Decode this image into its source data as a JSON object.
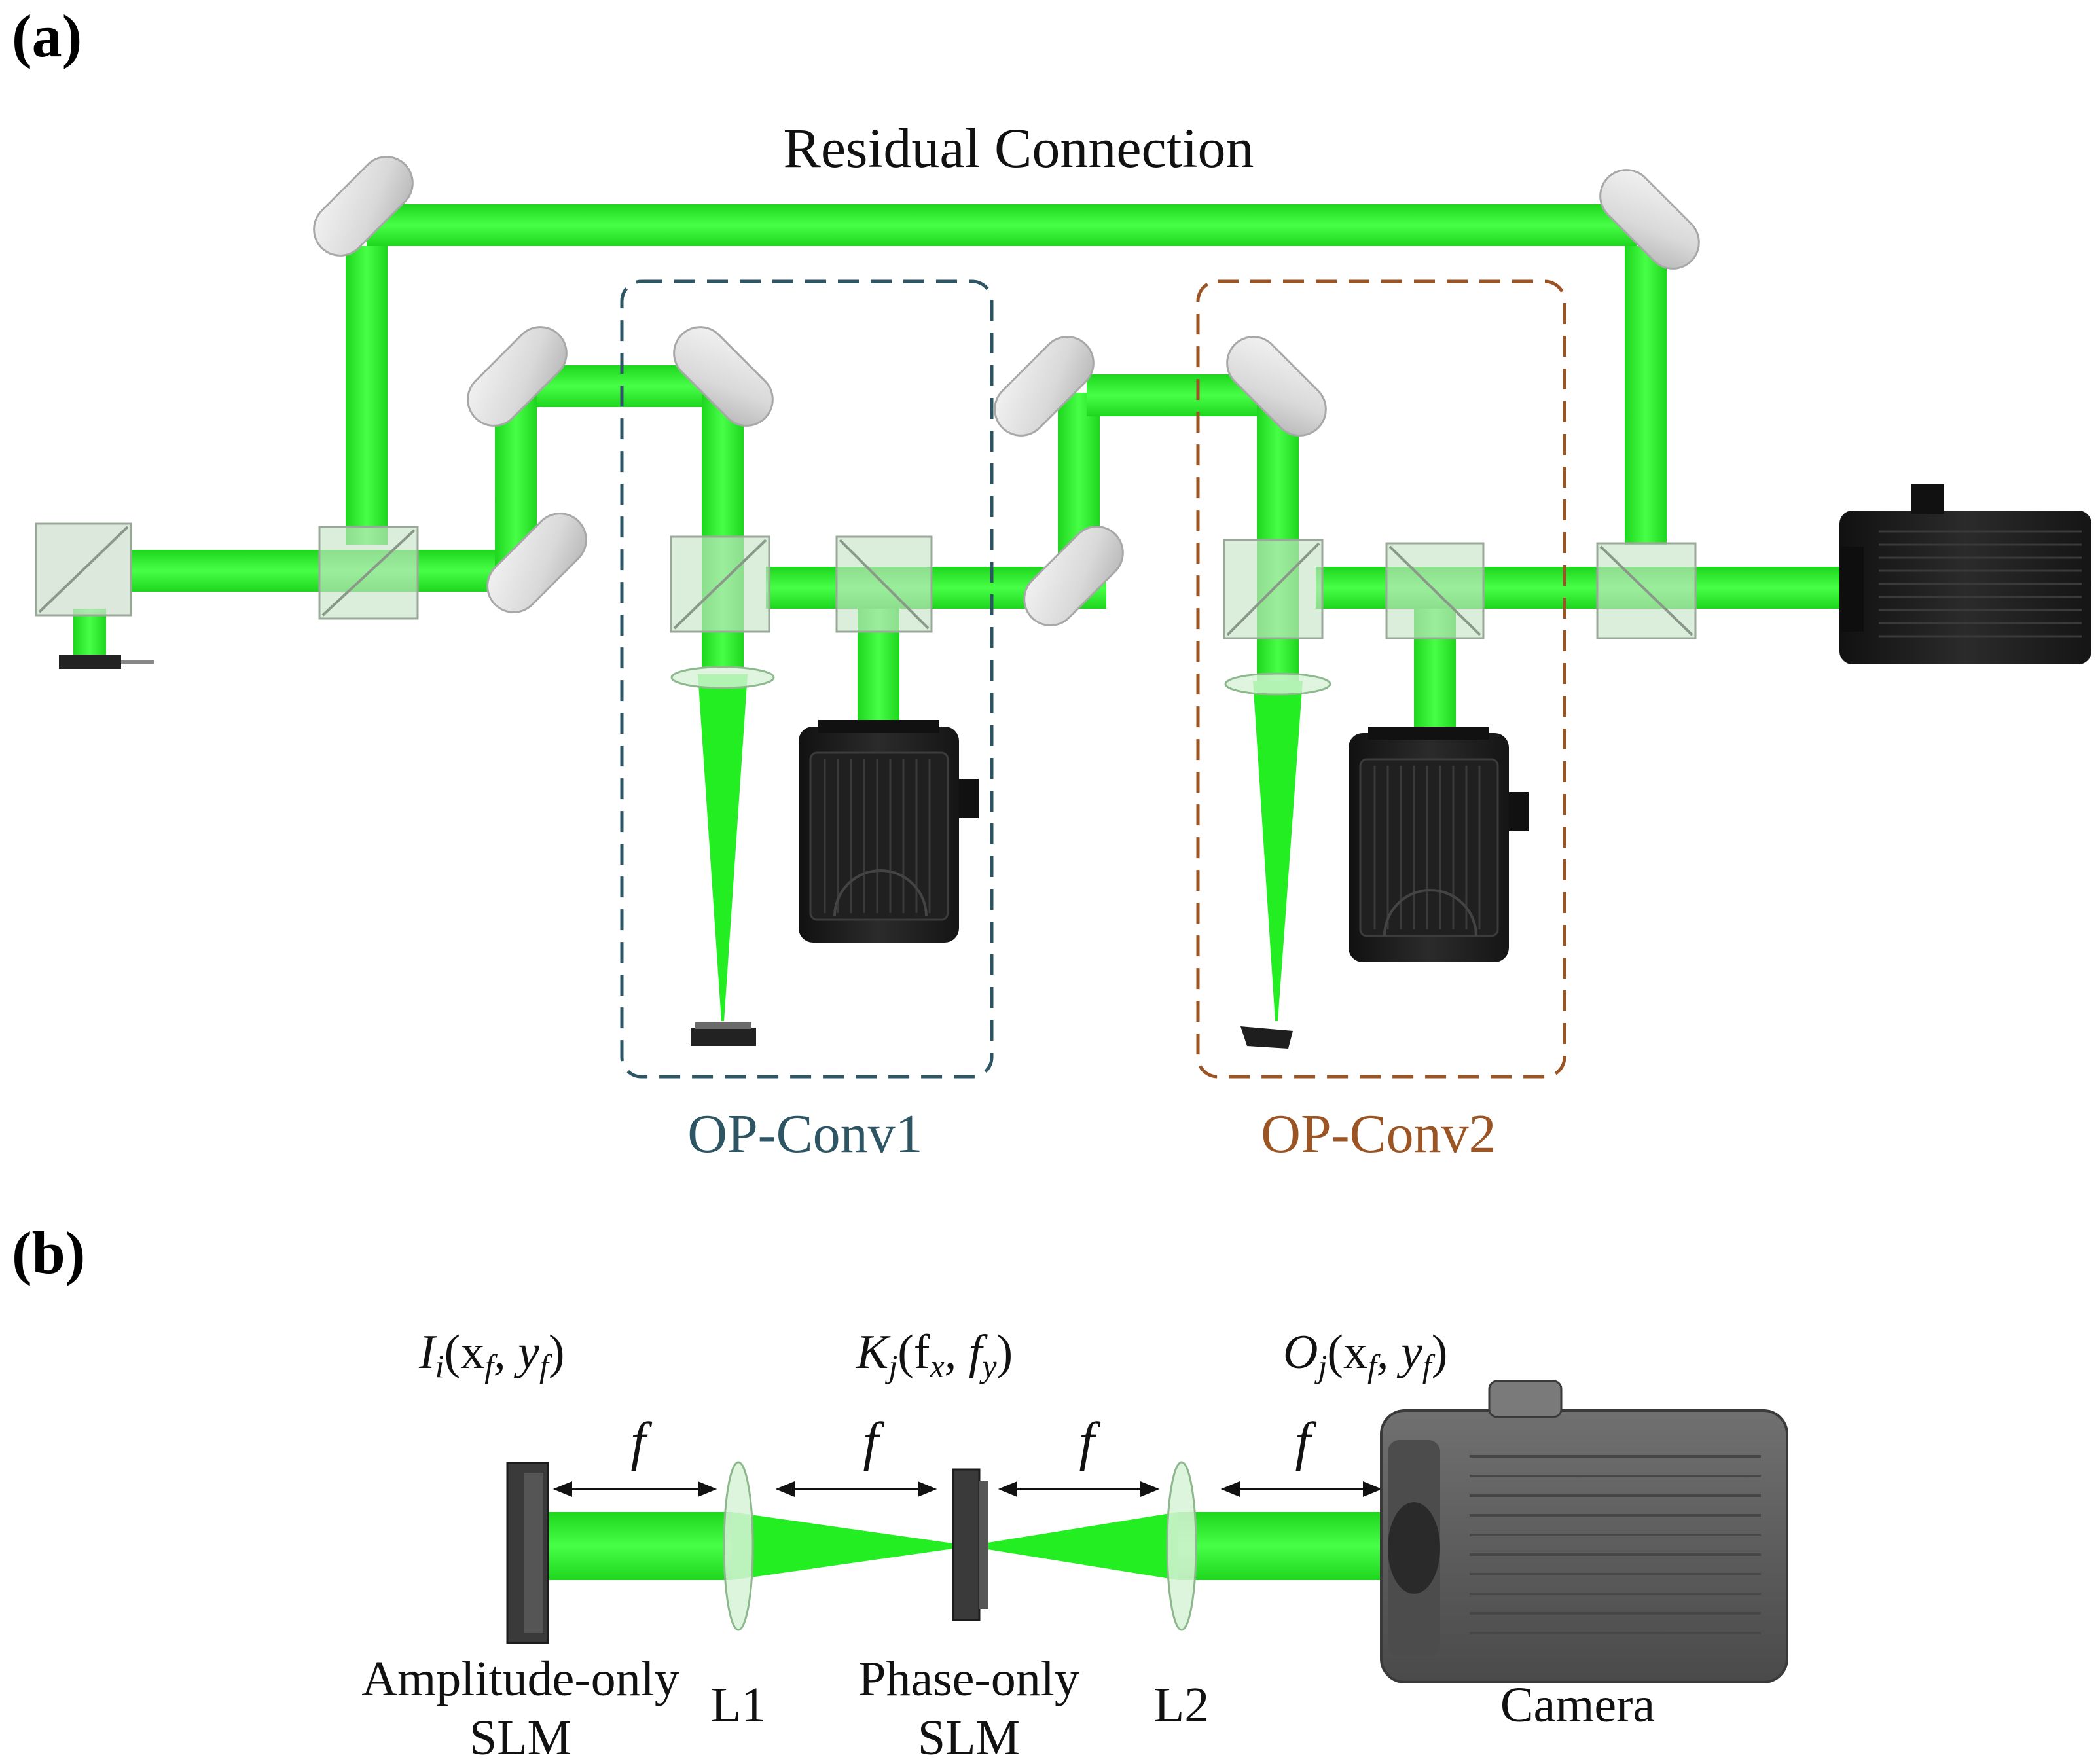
{
  "panel_a": {
    "label": "(a)",
    "residual_label": "Residual Connection",
    "conv1_label": "OP-Conv1",
    "conv2_label": "OP-Conv2"
  },
  "panel_b": {
    "label": "(b)",
    "input_main": "I",
    "input_sub": "i",
    "input_args": "(x",
    "input_args2": "f",
    "input_args3": ", y",
    "input_args4": "f",
    "input_args5": ")",
    "kernel_main": "K",
    "kernel_sub": "j",
    "kernel_args": "(f",
    "kernel_args2": "x",
    "kernel_args3": ", f",
    "kernel_args4": "y",
    "kernel_args5": ")",
    "output_main": "O",
    "output_sub": "j",
    "output_args": "(x",
    "output_args2": "f",
    "output_args3": ", y",
    "output_args4": "f",
    "output_args5": ")",
    "focal_label": "f",
    "amp_slm_line1": "Amplitude-only",
    "amp_slm_line2": "SLM",
    "lens1": "L1",
    "phase_slm_line1": "Phase-only",
    "phase_slm_line2": "SLM",
    "lens2": "L2",
    "camera": "Camera"
  },
  "colors": {
    "beam": "#22ee22",
    "beam_dark": "#14c414",
    "conv1_border": "#2e5563",
    "conv2_border": "#9b5423",
    "conv1_text": "#2e5563",
    "conv2_text": "#9b5423",
    "camera_dark": "#1a1a1a",
    "camera_grey": "#5c5c5c"
  },
  "icons": [
    "mirror-icon",
    "beam-splitter-icon",
    "lens-icon",
    "slm-icon",
    "camera-icon"
  ]
}
